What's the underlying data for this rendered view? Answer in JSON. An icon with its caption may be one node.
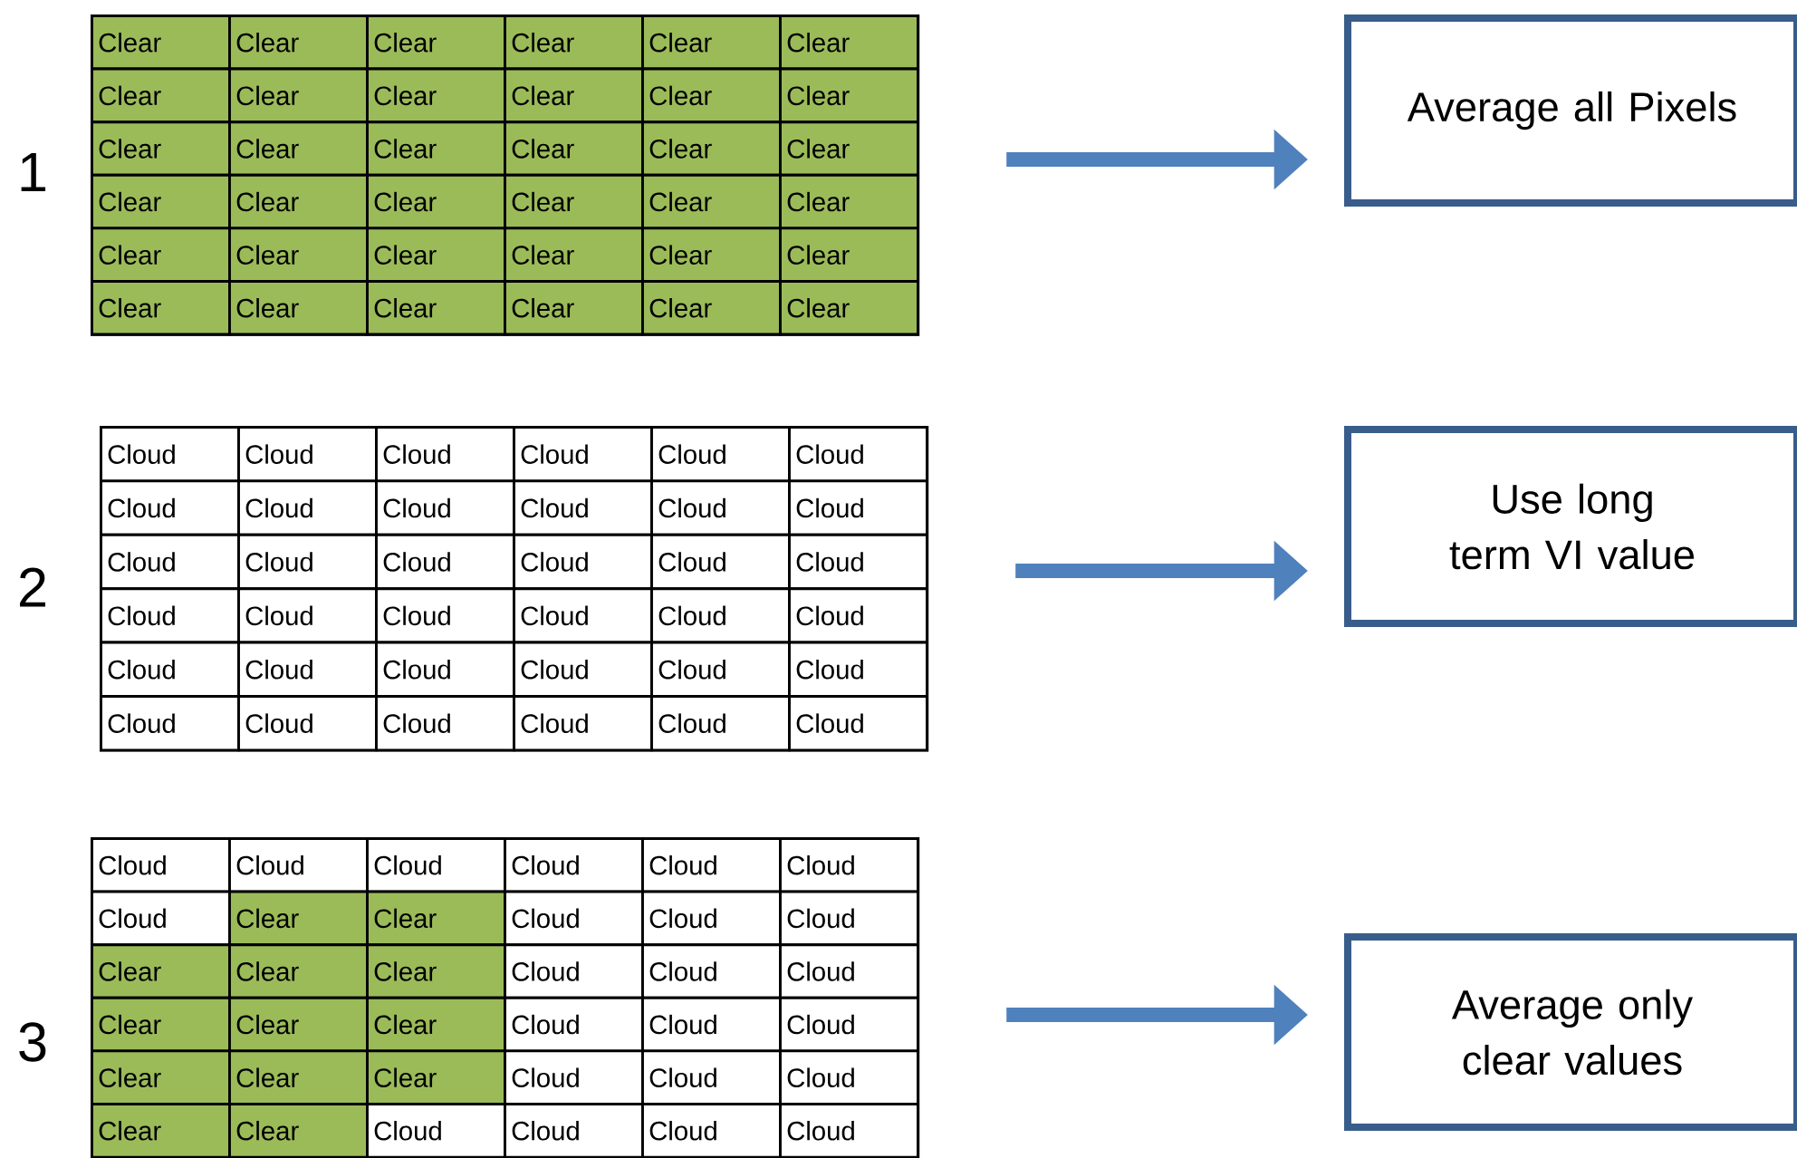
{
  "diagram": {
    "nodes": [
      {
        "text": [
          "Clear",
          "Clear",
          "Clear",
          "Clear",
          "Clear",
          "Clear",
          "Clear",
          "Clear",
          "Clear",
          "Clear",
          "Clear",
          "Clear",
          "Clear",
          "Clear",
          "Clear",
          "Clear",
          "Clear",
          "Clear",
          "Clear",
          "Clear",
          "Clear",
          "Clear",
          "Clear",
          "Clear",
          "Clear",
          "Clear",
          "Clear",
          "Clear",
          "Clear",
          "Clear",
          "Clear",
          "Clear",
          "Clear",
          "Clear",
          "Clear",
          "Clear"
        ],
        "beside": [
          "1"
        ]
      },
      {
        "text": [
          "Average all Pixels"
        ]
      },
      {
        "text": [
          "Cloud",
          "Cloud",
          "Cloud",
          "Cloud",
          "Cloud",
          "Cloud",
          "Cloud",
          "Cloud",
          "Cloud",
          "Cloud",
          "Cloud",
          "Cloud",
          "Cloud",
          "Cloud",
          "Cloud",
          "Cloud",
          "Cloud",
          "Cloud",
          "Cloud",
          "Cloud",
          "Cloud",
          "Cloud",
          "Cloud",
          "Cloud",
          "Cloud",
          "Cloud",
          "Cloud",
          "Cloud",
          "Cloud",
          "Cloud",
          "Cloud",
          "Cloud",
          "Cloud",
          "Cloud",
          "Cloud",
          "Cloud"
        ],
        "beside": [
          "2"
        ]
      },
      {
        "text": [
          "Use long term VI value"
        ]
      },
      {
        "text": [
          "Cloud",
          "Cloud",
          "Cloud",
          "Cloud",
          "Cloud",
          "Cloud",
          "Cloud",
          "Clear",
          "Clear",
          "Cloud",
          "Cloud",
          "Cloud",
          "Clear",
          "Clear",
          "Clear",
          "Cloud",
          "Cloud",
          "Cloud",
          "Clear",
          "Clear",
          "Clear",
          "Cloud",
          "Cloud",
          "Cloud",
          "Clear",
          "Clear",
          "Clear",
          "Cloud",
          "Cloud",
          "Cloud",
          "Clear",
          "Clear",
          "Cloud",
          "Cloud",
          "Cloud",
          "Cloud"
        ],
        "beside": [
          "3"
        ]
      },
      {
        "text": [
          "Average only clear values"
        ]
      }
    ],
    "edges": [
      {
        "from": 0,
        "to": 1,
        "arrow": "to"
      },
      {
        "from": 2,
        "to": 3,
        "arrow": "to"
      },
      {
        "from": 4,
        "to": 5,
        "arrow": "to"
      }
    ]
  }
}
